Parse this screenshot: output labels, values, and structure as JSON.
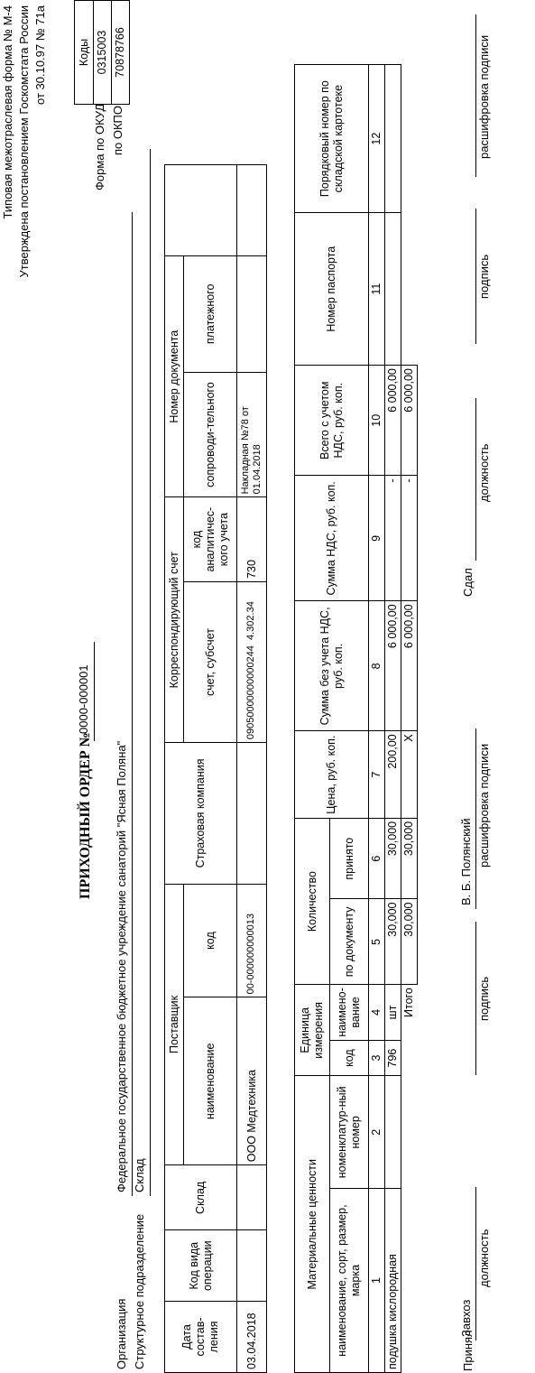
{
  "form_header": {
    "line1": "Типовая межотраслевая форма № М-4",
    "line2": "Утверждена постановлением Госкомстата России",
    "line3": "от 30.10.97 № 71а"
  },
  "codes": {
    "header": "Коды",
    "okud_label": "Форма по ОКУД",
    "okud_value": "0315003",
    "okpo_label": "по ОКПО",
    "okpo_value": "70878766"
  },
  "title": {
    "label": "ПРИХОДНЫЙ ОРДЕР №",
    "number": "0000-000001"
  },
  "organization": {
    "label": "Организация",
    "value": "Федеральное государственное бюджетное учреждение санаторий \"Ясная Поляна\"",
    "division_label": "Структурное подразделение",
    "division_value": "Склад"
  },
  "top_table": {
    "headers": {
      "date": "Дата состав-ления",
      "op_code": "Код вида операции",
      "warehouse": "Склад",
      "supplier": "Поставщик",
      "supplier_name": "наименование",
      "supplier_code": "код",
      "insurance": "Страховая компания",
      "corr_account": "Корреспондирующий счет",
      "account_sub": "счет, субсчет",
      "analytic_code": "код аналитичес-кого учета",
      "doc_number": "Номер документа",
      "accompanying": "сопроводи-тельного",
      "payment": "платежного"
    },
    "row": {
      "date": "03.04.2018",
      "op_code": "",
      "warehouse": "",
      "supplier_name": "ООО Медтехника",
      "supplier_code": "00-000000000013",
      "insurance": "",
      "account_main": "09050000000000244",
      "account_sub": "4.302.34",
      "analytic_code": "730",
      "accompanying": "Накладная №78 от 01.04.2018",
      "payment": ""
    }
  },
  "items_table": {
    "headers": {
      "material": "Материальные ценности",
      "material_name": "наименование, сорт, размер, марка",
      "nomenclature": "номенклатур-ный номер",
      "unit": "Единица измерения",
      "unit_code": "код",
      "unit_name": "наимено-вание",
      "quantity": "Количество",
      "by_doc": "по документу",
      "accepted": "принято",
      "price": "Цена, руб. коп.",
      "sum_no_vat": "Сумма без учета НДС, руб. коп.",
      "vat": "Сумма НДС, руб. коп.",
      "total_vat": "Всего с учетом НДС, руб. коп.",
      "passport": "Номер паспорта",
      "card": "Порядковый номер по складской картотеке"
    },
    "column_numbers": [
      "1",
      "2",
      "3",
      "4",
      "5",
      "6",
      "7",
      "8",
      "9",
      "10",
      "11",
      "12"
    ],
    "rows": [
      {
        "name": "подушка кислородная",
        "nomenclature": "",
        "unit_code": "796",
        "unit_name": "шт",
        "by_doc": "30,000",
        "accepted": "30,000",
        "price": "200,00",
        "sum_no_vat": "6 000,00",
        "vat": "-",
        "total_vat": "6 000,00",
        "passport": "",
        "card": ""
      }
    ],
    "total": {
      "label": "Итого",
      "by_doc": "30,000",
      "accepted": "30,000",
      "price": "Х",
      "sum_no_vat": "6 000,00",
      "vat": "-",
      "total_vat": "6 000,00"
    }
  },
  "signatures": {
    "accepted_label": "Принял",
    "accepted_position": "Завхоз",
    "position_caption": "должность",
    "signature_caption": "подпись",
    "accepted_name": "В. Б. Полянский",
    "name_caption": "расшифровка подписи",
    "handed_label": "Сдал"
  }
}
